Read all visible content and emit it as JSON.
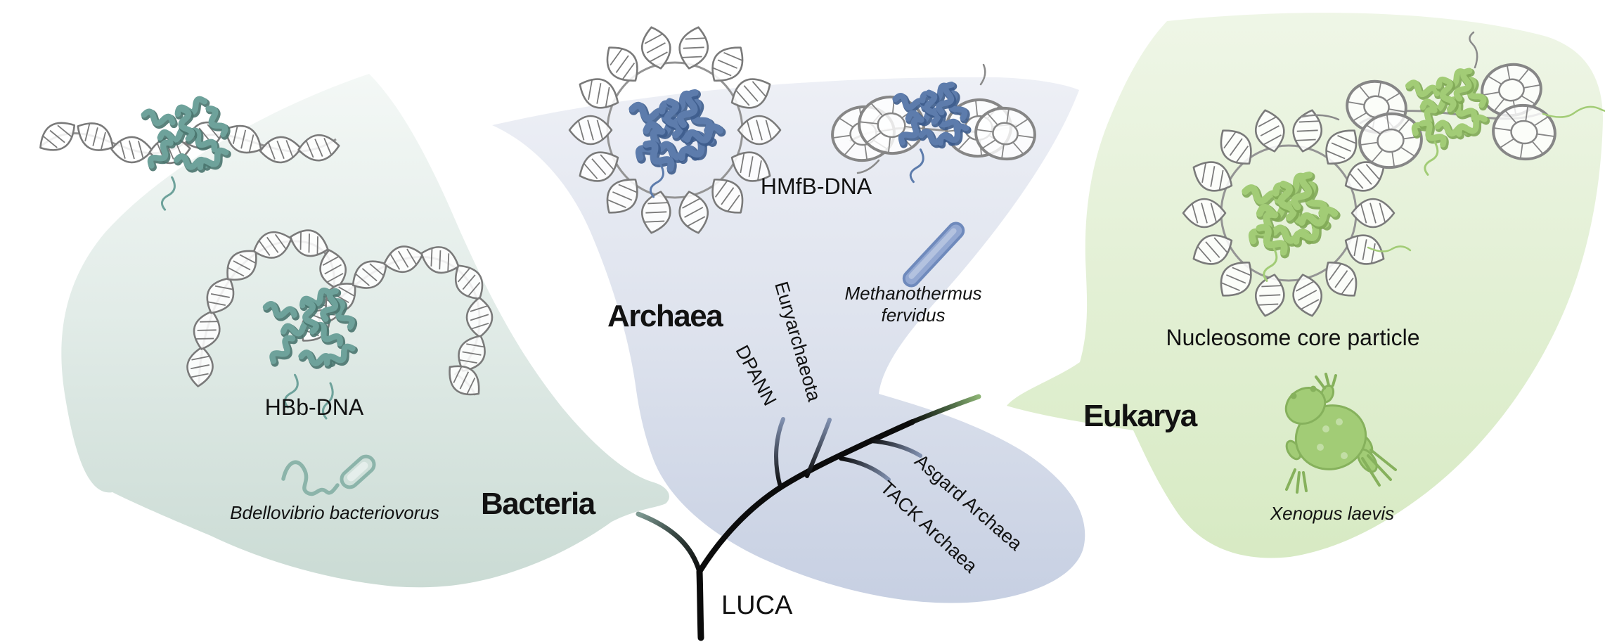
{
  "figure": {
    "root_label": "LUCA",
    "dna_color": "#7a7a7a",
    "branch_color": "#0b0b0b",
    "domains": [
      {
        "name": "Bacteria",
        "structure_label": "HBb-DNA",
        "species": "Bdellovibrio bacteriovorus",
        "blob_top": "#f4f8f6",
        "blob_bottom": "#c9dad3",
        "protein_color": "#6ea29b",
        "protein_dark": "#49746e",
        "icon_color": "#8cb4aa",
        "icon_fill": "#d0e0da",
        "branch_tip_color": "#7f9a93"
      },
      {
        "name": "Archaea",
        "structure_label": "HMfB-DNA",
        "species_line1": "Methanothermus",
        "species_line2": "fervidus",
        "clades": [
          "DPANN",
          "Euryarchaeota",
          "TACK Archaea",
          "Asgard Archaea"
        ],
        "blob_top": "#eef0f6",
        "blob_bottom": "#c6cfe2",
        "protein_color": "#5d7cac",
        "protein_dark": "#3d5c8c",
        "icon_color": "#6f8abc",
        "icon_fill": "#93a8d2",
        "branch_tip_color": "#8191b1"
      },
      {
        "name": "Eukarya",
        "structure_label": "Nucleosome core particle",
        "species": "Xenopus laevis",
        "blob_top": "#eff6e7",
        "blob_bottom": "#d7eac3",
        "protein_color": "#a2cc76",
        "protein_dark": "#7fa955",
        "icon_color": "#86b15c",
        "icon_fill": "#a2cc76",
        "branch_tip_color": "#8bb273"
      }
    ]
  }
}
